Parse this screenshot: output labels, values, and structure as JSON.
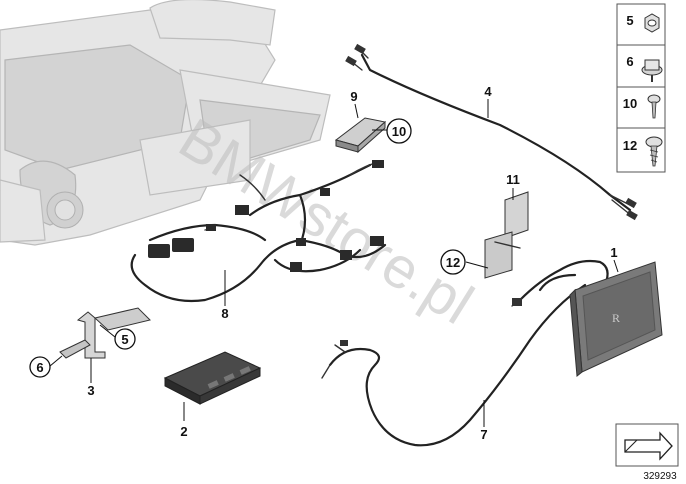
{
  "watermark": "BMWstore.pl",
  "callouts": [
    {
      "id": "c1",
      "label": "1",
      "circled": false
    },
    {
      "id": "c2",
      "label": "2",
      "circled": false
    },
    {
      "id": "c3",
      "label": "3",
      "circled": false
    },
    {
      "id": "c4",
      "label": "4",
      "circled": false
    },
    {
      "id": "c5",
      "label": "5",
      "circled": true
    },
    {
      "id": "c6",
      "label": "6",
      "circled": true
    },
    {
      "id": "c7",
      "label": "7",
      "circled": false
    },
    {
      "id": "c8",
      "label": "8",
      "circled": false
    },
    {
      "id": "c9",
      "label": "9",
      "circled": false
    },
    {
      "id": "c10",
      "label": "10",
      "circled": true
    },
    {
      "id": "c11",
      "label": "11",
      "circled": false
    },
    {
      "id": "c12",
      "label": "12",
      "circled": true
    }
  ],
  "legend": [
    {
      "label": "5",
      "part": "nut-icon"
    },
    {
      "label": "6",
      "part": "flange-screw-icon"
    },
    {
      "label": "10",
      "part": "screw-icon"
    },
    {
      "label": "12",
      "part": "tapping-screw-icon"
    }
  ],
  "diagram_number": "329293",
  "colors": {
    "line": "#111111",
    "part_fill": "#d9d9d9",
    "seat_fill": "#e6e6e6",
    "watermark": "#bcbcbc"
  }
}
